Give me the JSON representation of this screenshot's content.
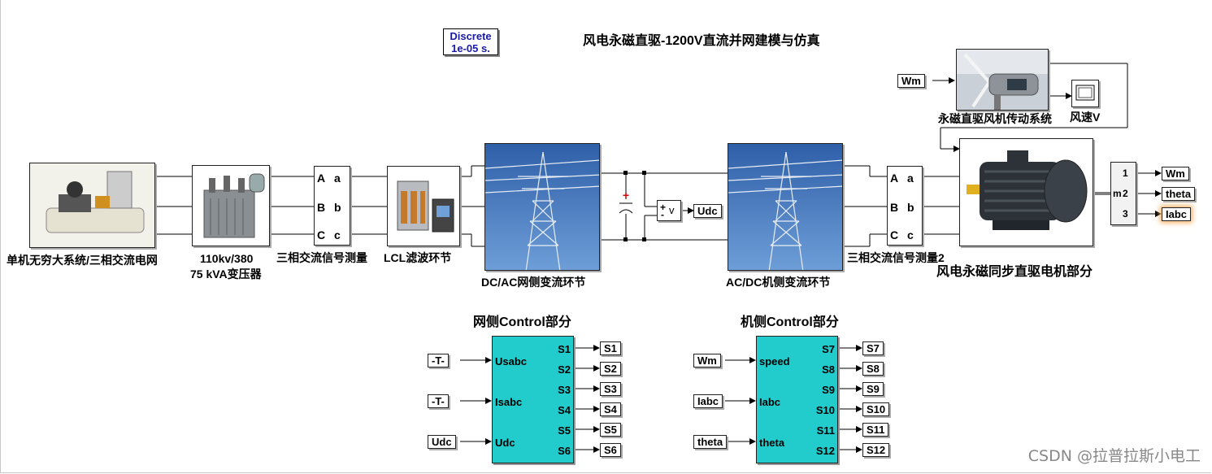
{
  "title": "风电永磁直驱-1200V直流并网建模与仿真",
  "solver": {
    "line1": "Discrete",
    "line2": "1e-05 s."
  },
  "blocks": {
    "grid": "单机无穷大系统/三相交流电网",
    "transformer_line1": "110kv/380",
    "transformer_line2": "75 kVA变压器",
    "meas1": "三相交流信号测量",
    "lcl": "LCL滤波环节",
    "dcac": "DC/AC网侧变流环节",
    "acdc": "AC/DC机侧变流环节",
    "meas2": "三相交流信号测量2",
    "generator": "风电永磁同步直驱电机部分",
    "turbine": "永磁直驱风机传动系统",
    "scope": "风速V",
    "voltmeter_v": "v",
    "demux_port": "m"
  },
  "ports": {
    "meas_in": [
      "A",
      "B",
      "C"
    ],
    "meas_out": [
      "a",
      "b",
      "c"
    ],
    "demux_out": [
      "1",
      "2",
      "3"
    ],
    "vm_plus": "+",
    "vm_minus": "-"
  },
  "tags": {
    "wm_in": "Wm",
    "udc_out": "Udc",
    "demux_out": [
      "Wm",
      "theta",
      "Iabc"
    ]
  },
  "grid_control": {
    "title": "网侧Control部分",
    "inputs": [
      "Usabc",
      "Isabc",
      "Udc"
    ],
    "input_tags": [
      "-T-",
      "-T-",
      "Udc"
    ],
    "outputs": [
      "S1",
      "S2",
      "S3",
      "S4",
      "S5",
      "S6"
    ]
  },
  "machine_control": {
    "title": "机侧Control部分",
    "inputs": [
      "speed",
      "Iabc",
      "theta"
    ],
    "input_tags": [
      "Wm",
      "Iabc",
      "theta"
    ],
    "outputs": [
      "S7",
      "S8",
      "S9",
      "S10",
      "S11",
      "S12"
    ]
  },
  "watermark": "CSDN @拉普拉斯小电工"
}
